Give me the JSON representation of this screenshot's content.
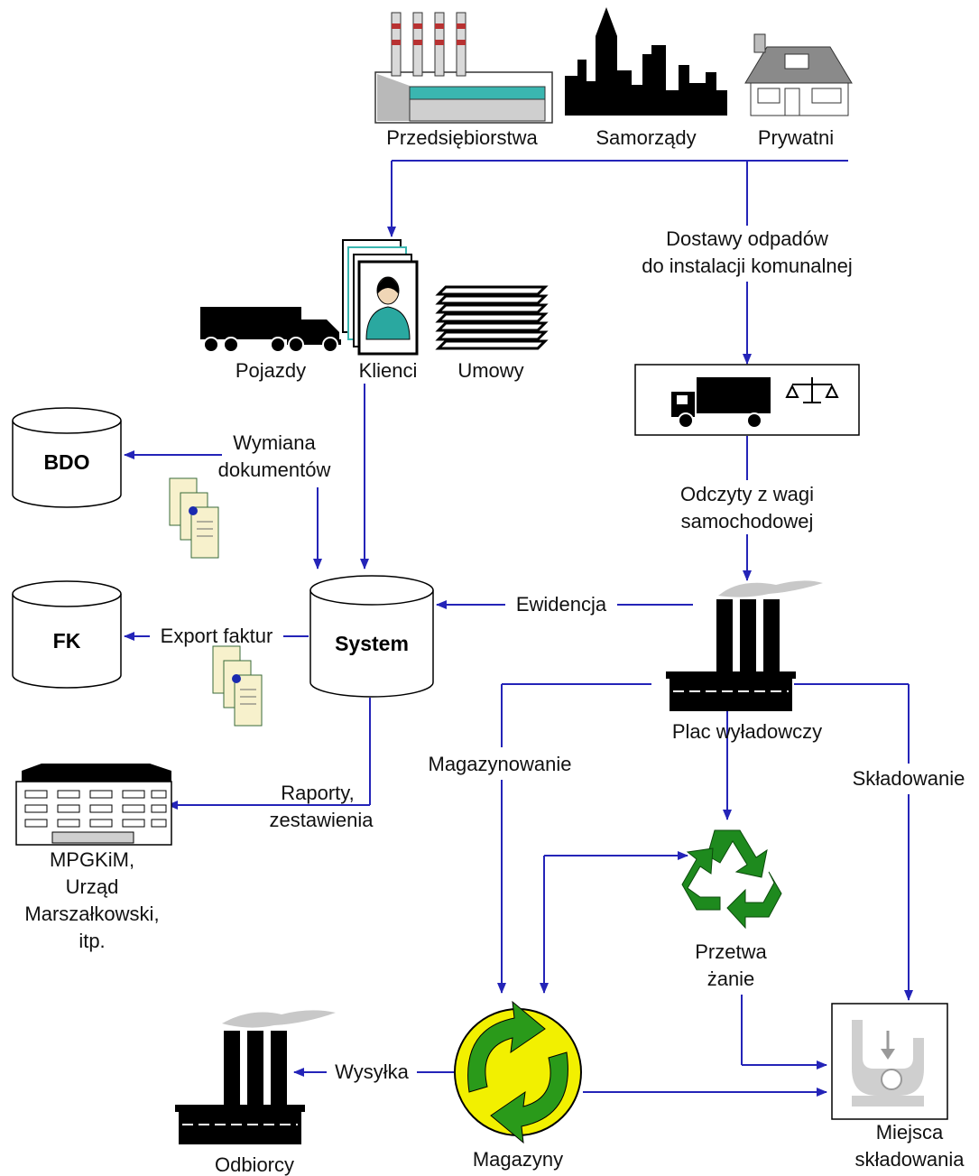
{
  "colors": {
    "flow": "#2424b8",
    "recycle_green": "#1e8a1e",
    "magazyny_yellow": "#f2f000",
    "magazyny_green": "#2a9a1a",
    "teal": "#3ab6b0"
  },
  "labels": {
    "przedsiebiorstwa": "Przedsiębiorstwa",
    "samorzady": "Samorządy",
    "prywatni": "Prywatni",
    "pojazdy": "Pojazdy",
    "klienci": "Klienci",
    "umowy": "Umowy",
    "dostawy_line1": "Dostawy odpadów",
    "dostawy_line2": "do instalacji komunalnej",
    "bdo": "BDO",
    "wymiana_line1": "Wymiana",
    "wymiana_line2": "dokumentów",
    "odczyty_line1": "Odczyty z wagi",
    "odczyty_line2": "samochodowej",
    "fk": "FK",
    "export_faktur": "Export faktur",
    "system": "System",
    "ewidencja": "Ewidencja",
    "plac": "Plac wyładowczy",
    "magazynowanie": "Magazynowanie",
    "skladowanie": "Składowanie",
    "raporty_line1": "Raporty,",
    "raporty_line2": "zestawienia",
    "mpgkim_line1": "MPGKiM,",
    "mpgkim_line2": "Urząd",
    "mpgkim_line3": "Marszałkowski,",
    "mpgkim_line4": "itp.",
    "przetwa_line1": "Przetwa",
    "przetwa_line2": "żanie",
    "wysylka": "Wysyłka",
    "odbiorcy": "Odbiorcy",
    "magazyny": "Magazyny",
    "miejsca_line1": "Miejsca",
    "miejsca_line2": "składowania"
  },
  "icons": {
    "factory": "factory-icon",
    "city": "city-skyline-icon",
    "house": "house-icon",
    "truck": "truck-icon",
    "clients": "client-cards-icon",
    "contracts": "document-stack-icon",
    "scale": "scale-icon",
    "database": "database-icon",
    "documents": "documents-icon",
    "office": "office-building-icon",
    "recycle": "recycle-icon",
    "green_dot": "green-dot-icon",
    "landfill": "landfill-icon",
    "plant": "plant-chimney-icon"
  }
}
